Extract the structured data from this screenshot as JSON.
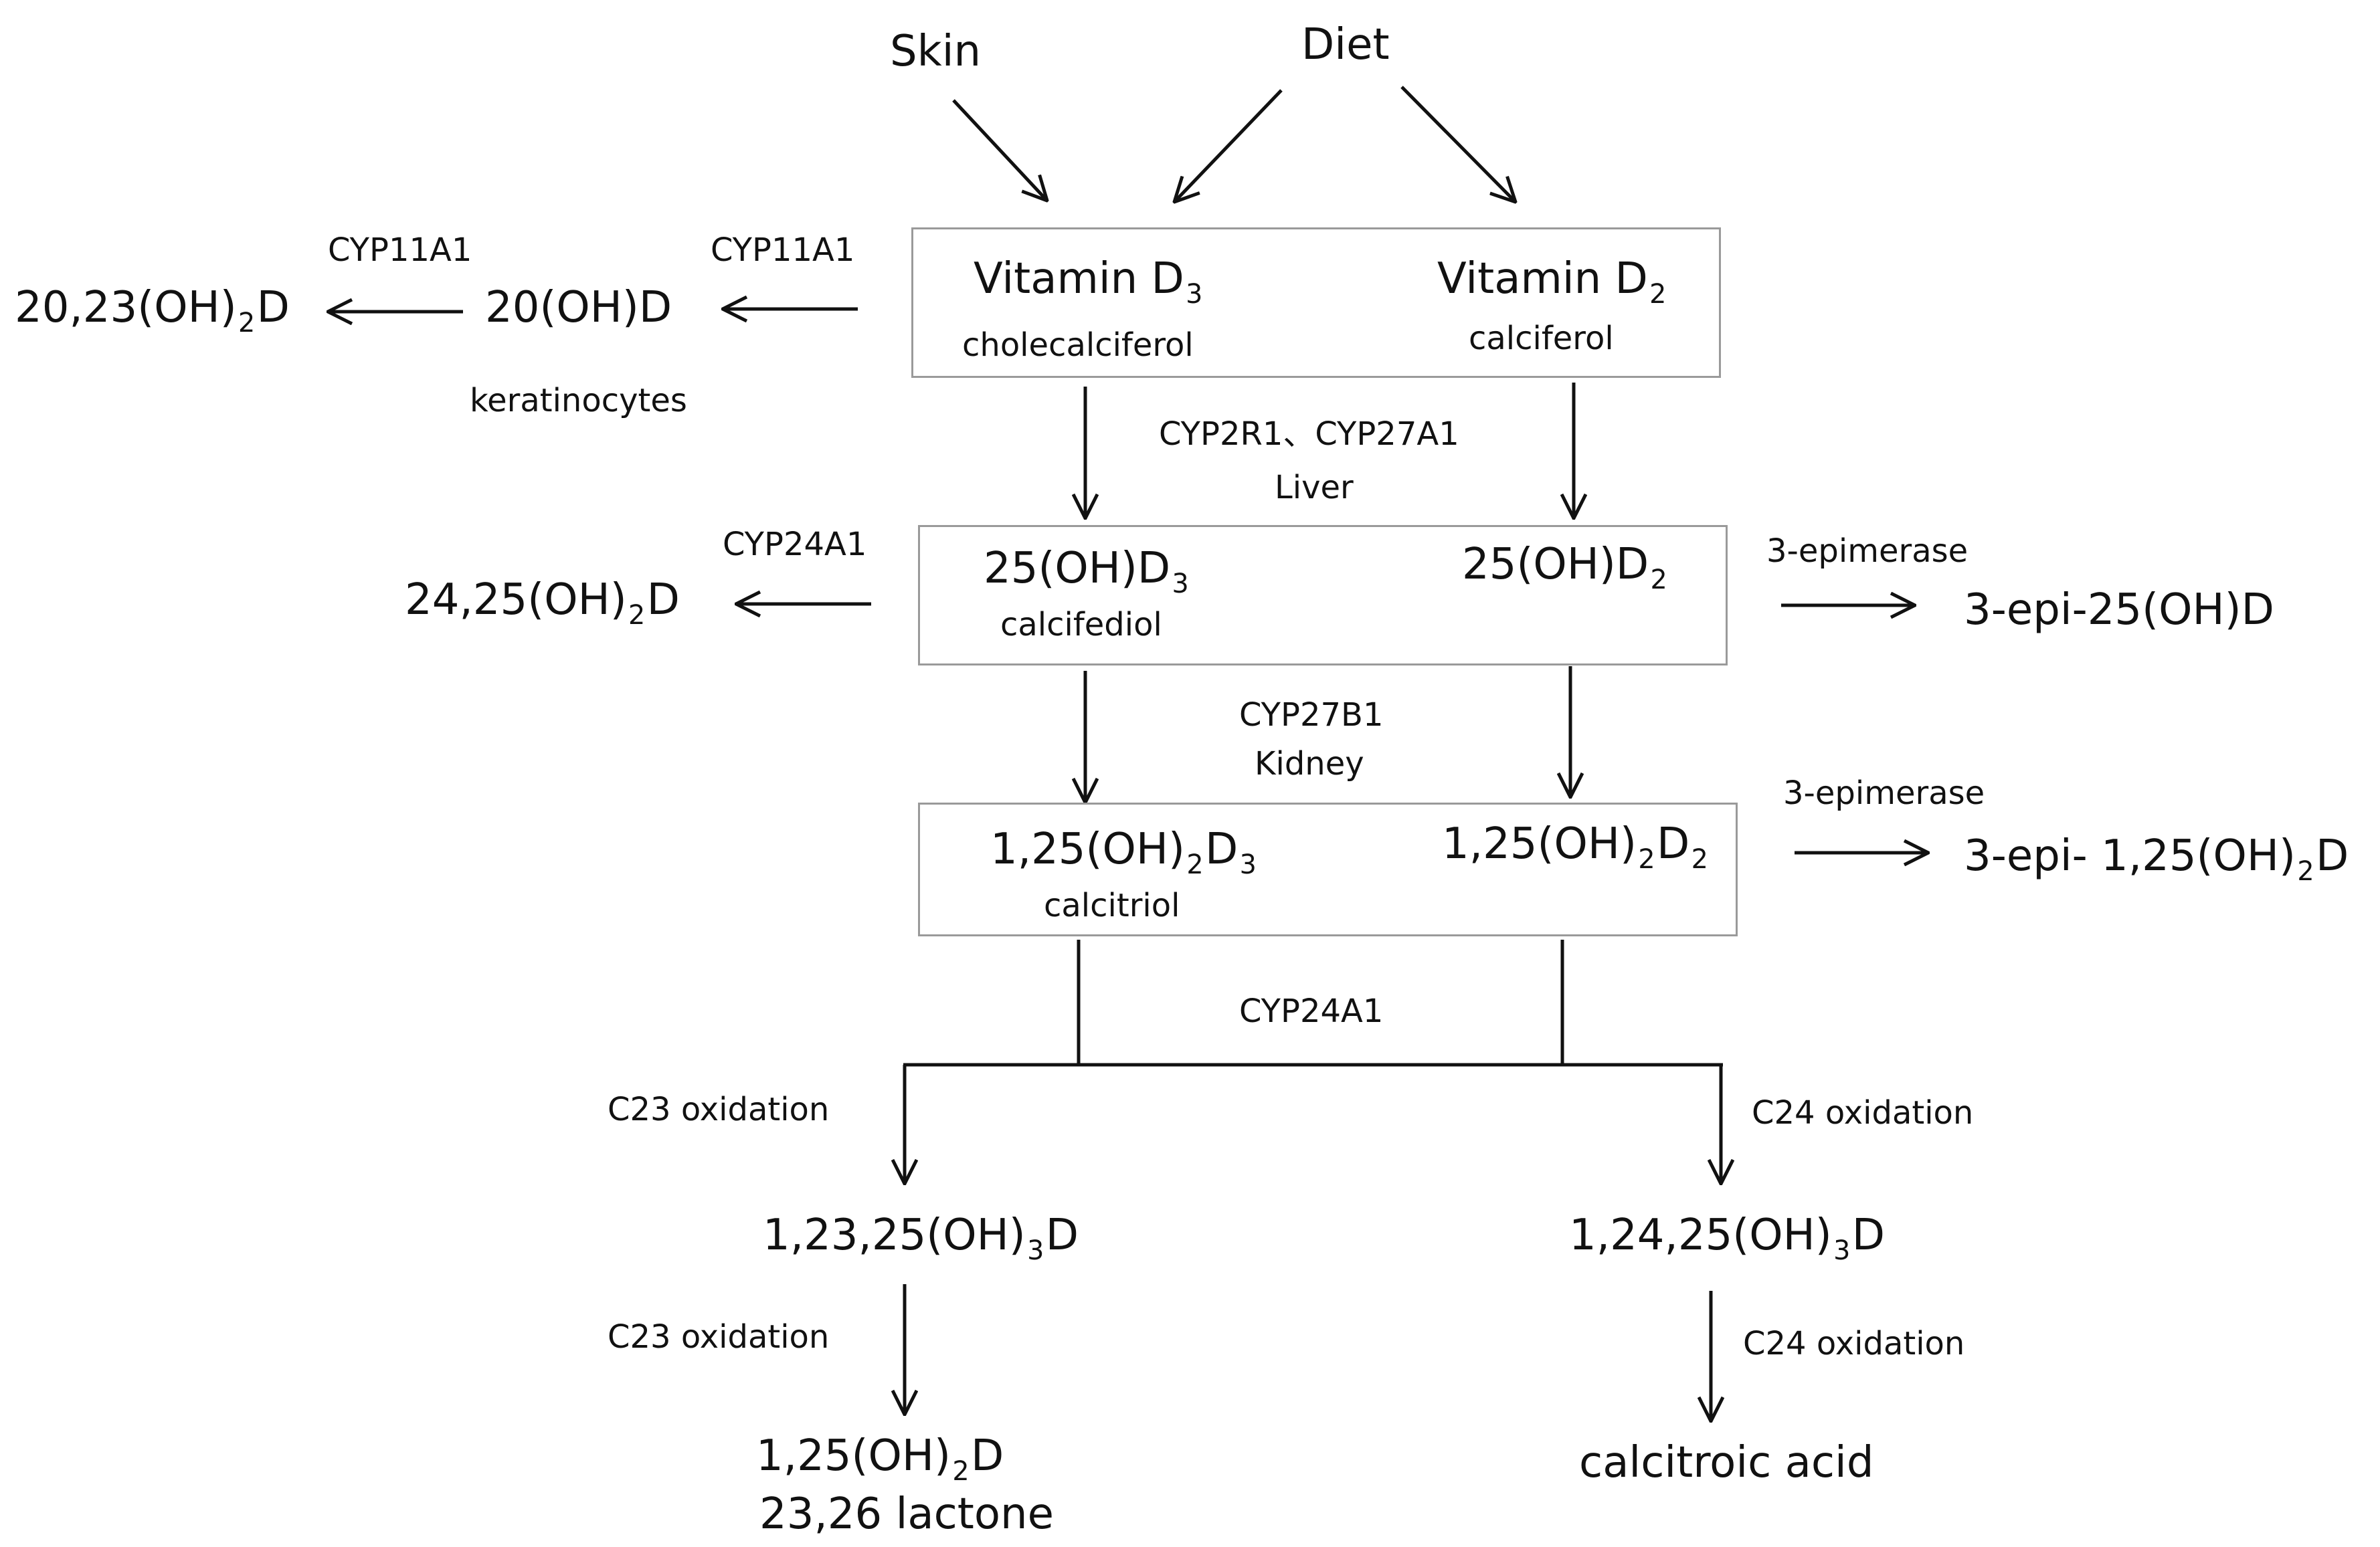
{
  "sources": {
    "skin": "Skin",
    "diet": "Diet"
  },
  "box1": {
    "d3": {
      "main": "Vitamin D",
      "sub": "3",
      "name": "cholecalciferol"
    },
    "d2": {
      "main": "Vitamin D",
      "sub": "2",
      "name": "calciferol"
    }
  },
  "box2": {
    "d3": {
      "main": "25(OH)D",
      "sub": "3",
      "name": "calcifediol"
    },
    "d2": {
      "main": "25(OH)D",
      "sub": "2"
    }
  },
  "box3": {
    "d3": {
      "pre": "1,25(OH)",
      "sub1": "2",
      "mid": "D",
      "sub2": "3",
      "name": "calcitriol"
    },
    "d2": {
      "pre": "1,25(OH)",
      "sub1": "2",
      "mid": "D",
      "sub2": "2"
    }
  },
  "enzymes": {
    "liver_enzymes": "CYP2R1、CYP27A1",
    "liver": "Liver",
    "kidney_enzyme": "CYP27B1",
    "kidney": "Kidney",
    "cyp11a1_a": "CYP11A1",
    "cyp11a1_b": "CYP11A1",
    "keratinocytes": "keratinocytes",
    "cyp24a1_left": "CYP24A1",
    "cyp24a1_bottom": "CYP24A1",
    "epimerase_1": "3-epimerase",
    "epimerase_2": "3-epimerase",
    "c23_ox_1": "C23 oxidation",
    "c23_ox_2": "C23 oxidation",
    "c24_ox_1": "C24 oxidation",
    "c24_ox_2": "C24 oxidation"
  },
  "products": {
    "oh20d": "20(OH)D",
    "oh2023": {
      "pre": "20,23(OH)",
      "sub": "2",
      "post": "D"
    },
    "oh2425": {
      "pre": "24,25(OH)",
      "sub": "2",
      "post": "D"
    },
    "epi25": "3-epi-25(OH)D",
    "epi125": {
      "pre": "3-epi- 1,25(OH)",
      "sub": "2",
      "post": "D"
    },
    "oh12325": {
      "pre": "1,23,25(OH)",
      "sub": "3",
      "post": "D"
    },
    "oh12425": {
      "pre": "1,24,25(OH)",
      "sub": "3",
      "post": "D"
    },
    "lactone": {
      "pre": "1,25(OH)",
      "sub": "2",
      "post": "D",
      "line2": "23,26 lactone"
    },
    "calcitroic": "calcitroic acid"
  }
}
